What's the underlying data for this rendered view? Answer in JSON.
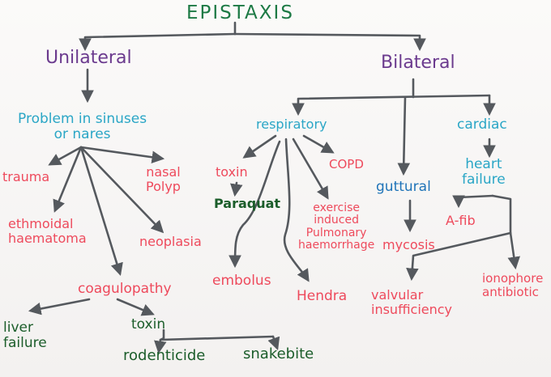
{
  "title": "EPISTAXIS",
  "nodes": {
    "unilateral": "Unilateral",
    "bilateral": "Bilateral",
    "sinuses": "Problem in sinuses\nor nares",
    "trauma": "trauma",
    "nasal_polyp": "nasal\nPolyp",
    "ethmoidal": "ethmoidal\nhaematoma",
    "neoplasia": "neoplasia",
    "coagulopathy": "coagulopathy",
    "liver_failure": "liver\nfailure",
    "toxin_left": "toxin",
    "rodenticide": "rodenticide",
    "snakebite": "snakebite",
    "respiratory": "respiratory",
    "toxin_resp": "toxin",
    "paraquat": "Paraquat",
    "copd": "COPD",
    "exercise": "exercise\ninduced\nPulmonary\nhaemorrhage",
    "embolus": "embolus",
    "hendra": "Hendra",
    "guttural": "guttural",
    "mycosis": "mycosis",
    "cardiac": "cardiac",
    "heart_failure": "heart\nfailure",
    "afib": "A-fib",
    "valvular": "valvular\ninsufficiency",
    "ionophore": "ionophore\nantibiotic"
  },
  "colors": {
    "title": "#1d7a45",
    "level1": "#6b3a8e",
    "category": "#2aa6c6",
    "guttural": "#1f74b8",
    "cause": "#ee4a5c",
    "agent": "#1b5d2a",
    "arrow": "#55595e"
  }
}
